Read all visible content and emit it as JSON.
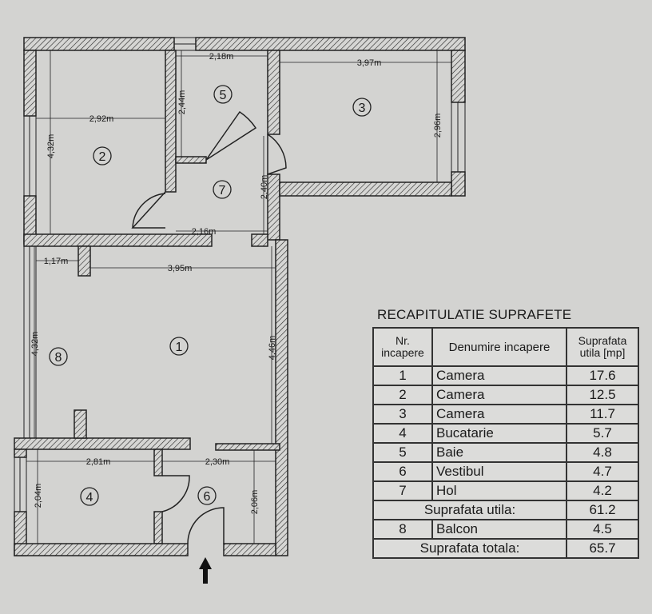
{
  "plan": {
    "dimensions": {
      "baie_width": "2,18m",
      "room3_width": "3,97m",
      "room2_width": "2,92m",
      "baie_height": "2,44m",
      "room2_height": "4,32m",
      "room3_height": "2,96m",
      "hol_height": "2,40m",
      "hol_width": "2,16m",
      "balcon_width": "1,17m",
      "room1_width": "3,95m",
      "balcon_height": "4,32m",
      "room1_height": "4,46m",
      "kitchen_width": "2,81m",
      "vestibul_width": "2,30m",
      "kitchen_height": "2,04m",
      "vestibul_height": "2,06m"
    },
    "rooms": [
      "1",
      "2",
      "3",
      "4",
      "5",
      "6",
      "7",
      "8"
    ],
    "entrance_icon": "arrow-up-icon"
  },
  "recap": {
    "title": "RECAPITULATIE SUPRAFETE",
    "headers": [
      "Nr. incapere",
      "Denumire incapere",
      "Suprafata utila [mp]"
    ],
    "rows": [
      {
        "nr": "1",
        "name": "Camera",
        "area": "17.6"
      },
      {
        "nr": "2",
        "name": "Camera",
        "area": "12.5"
      },
      {
        "nr": "3",
        "name": "Camera",
        "area": "11.7"
      },
      {
        "nr": "4",
        "name": "Bucatarie",
        "area": "5.7"
      },
      {
        "nr": "5",
        "name": "Baie",
        "area": "4.8"
      },
      {
        "nr": "6",
        "name": "Vestibul",
        "area": "4.7"
      },
      {
        "nr": "7",
        "name": "Hol",
        "area": "4.2"
      }
    ],
    "useful_label": "Suprafata utila:",
    "useful_value": "61.2",
    "balcony": {
      "nr": "8",
      "name": "Balcon",
      "area": "4.5"
    },
    "total_label": "Suprafata totala:",
    "total_value": "65.7"
  }
}
